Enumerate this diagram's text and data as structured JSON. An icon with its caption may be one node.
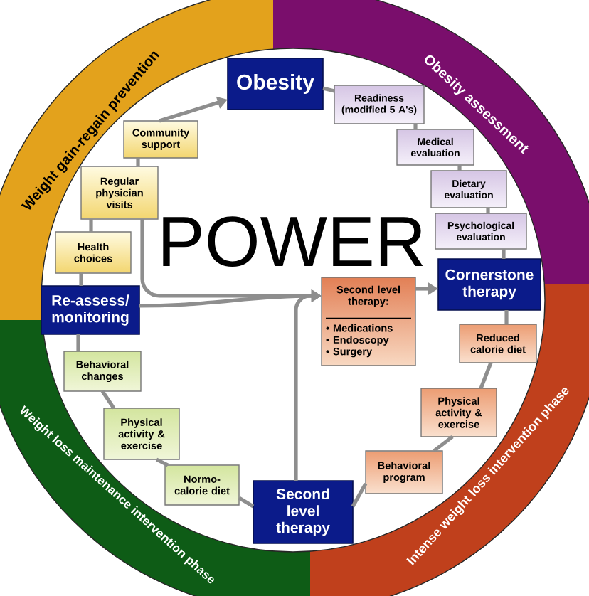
{
  "diagram": {
    "title": "POWER",
    "nodes": [
      {
        "text": [
          "Obesity"
        ]
      },
      {
        "text": [
          "Readiness (modified 5 A's)"
        ]
      },
      {
        "text": [
          "Medical evaluation"
        ]
      },
      {
        "text": [
          "Dietary evaluation"
        ]
      },
      {
        "text": [
          "Psychological evaluation"
        ]
      },
      {
        "text": [
          "Cornerstone therapy"
        ]
      },
      {
        "text": [
          "Second level therapy:",
          "• Medications",
          "• Endoscopy",
          "• Surgery"
        ]
      },
      {
        "text": [
          "Reduced calorie diet"
        ]
      },
      {
        "text": [
          "Physical activity & exercise"
        ]
      },
      {
        "text": [
          "Behavioral program"
        ]
      },
      {
        "text": [
          "Second level therapy"
        ]
      },
      {
        "text": [
          "Normo-calorie diet"
        ]
      },
      {
        "text": [
          "Physical activity & exercise"
        ]
      },
      {
        "text": [
          "Behavioral changes"
        ]
      },
      {
        "text": [
          "Re-assess/ monitoring"
        ]
      },
      {
        "text": [
          "Health choices"
        ]
      },
      {
        "text": [
          "Regular physician visits"
        ]
      },
      {
        "text": [
          "Community support"
        ]
      }
    ],
    "edges": [
      {
        "from": 0,
        "to": 1,
        "arrow": "none"
      },
      {
        "from": 1,
        "to": 2,
        "arrow": "none"
      },
      {
        "from": 2,
        "to": 3,
        "arrow": "none"
      },
      {
        "from": 3,
        "to": 4,
        "arrow": "none"
      },
      {
        "from": 4,
        "to": 5,
        "arrow": "none"
      },
      {
        "from": 5,
        "to": 7,
        "arrow": "none"
      },
      {
        "from": 7,
        "to": 8,
        "arrow": "none"
      },
      {
        "from": 8,
        "to": 9,
        "arrow": "none"
      },
      {
        "from": 9,
        "to": 10,
        "arrow": "none"
      },
      {
        "from": 10,
        "to": 11,
        "arrow": "none"
      },
      {
        "from": 11,
        "to": 12,
        "arrow": "none"
      },
      {
        "from": 12,
        "to": 13,
        "arrow": "none"
      },
      {
        "from": 13,
        "to": 14,
        "arrow": "none"
      },
      {
        "from": 14,
        "to": 15,
        "arrow": "none"
      },
      {
        "from": 15,
        "to": 16,
        "arrow": "none"
      },
      {
        "from": 16,
        "to": 17,
        "arrow": "none"
      },
      {
        "from": 17,
        "to": 0,
        "arrow": "to"
      },
      {
        "from": 6,
        "to": 5,
        "arrow": "to"
      },
      {
        "from": 14,
        "to": 6,
        "arrow": "to"
      },
      {
        "from": 10,
        "to": 6,
        "arrow": "to"
      },
      {
        "from": 16,
        "to": 6,
        "arrow": "to"
      }
    ],
    "labels": [
      "Weight gain-regain prevention",
      "Obesity assessment",
      "Intense weight loss intervention phase",
      "Weight loss maintenance intervention phase"
    ]
  }
}
